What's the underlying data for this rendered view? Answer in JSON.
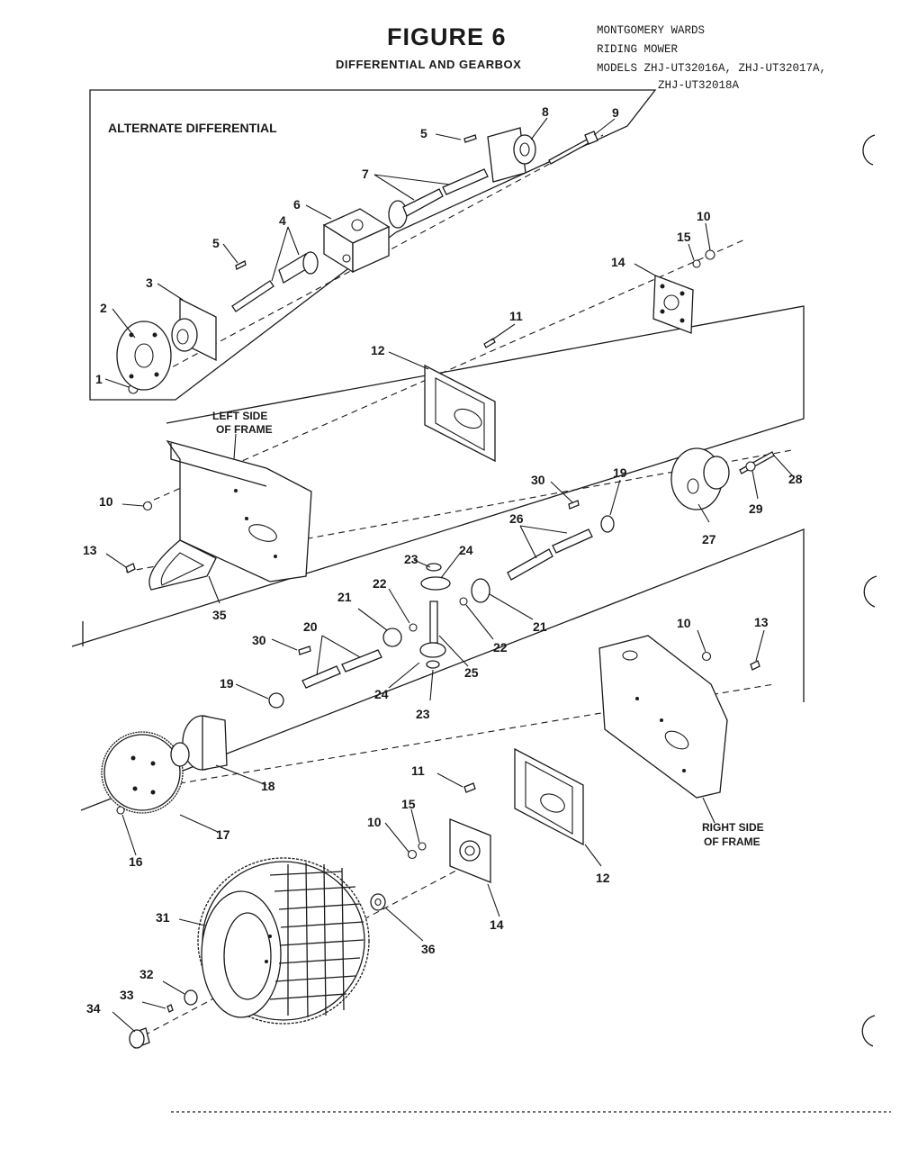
{
  "header": {
    "title": "FIGURE 6",
    "subtitle": "DIFFERENTIAL AND GEARBOX",
    "info_lines": [
      "MONTGOMERY WARDS",
      "RIDING MOWER",
      "MODELS ZHJ-UT32016A, ZHJ-UT32017A,",
      "ZHJ-UT32018A"
    ]
  },
  "labels": {
    "alternate_differential": "ALTERNATE DIFFERENTIAL",
    "left_frame_1": "LEFT SIDE",
    "left_frame_2": "OF FRAME",
    "right_frame_1": "RIGHT SIDE",
    "right_frame_2": "OF FRAME"
  },
  "callouts": [
    {
      "id": "c1",
      "num": "1"
    },
    {
      "id": "c2",
      "num": "2"
    },
    {
      "id": "c3",
      "num": "3"
    },
    {
      "id": "c4",
      "num": "4"
    },
    {
      "id": "c5a",
      "num": "5"
    },
    {
      "id": "c5b",
      "num": "5"
    },
    {
      "id": "c6",
      "num": "6"
    },
    {
      "id": "c7",
      "num": "7"
    },
    {
      "id": "c8",
      "num": "8"
    },
    {
      "id": "c9",
      "num": "9"
    },
    {
      "id": "c10a",
      "num": "10"
    },
    {
      "id": "c15a",
      "num": "15"
    },
    {
      "id": "c14a",
      "num": "14"
    },
    {
      "id": "c11a",
      "num": "11"
    },
    {
      "id": "c12a",
      "num": "12"
    },
    {
      "id": "c10b",
      "num": "10"
    },
    {
      "id": "c13a",
      "num": "13"
    },
    {
      "id": "c35",
      "num": "35"
    },
    {
      "id": "c30a",
      "num": "30"
    },
    {
      "id": "c19a",
      "num": "19"
    },
    {
      "id": "c26",
      "num": "26"
    },
    {
      "id": "c27",
      "num": "27"
    },
    {
      "id": "c28",
      "num": "28"
    },
    {
      "id": "c29",
      "num": "29"
    },
    {
      "id": "c23a",
      "num": "23"
    },
    {
      "id": "c24a",
      "num": "24"
    },
    {
      "id": "c21a",
      "num": "21"
    },
    {
      "id": "c22a",
      "num": "22"
    },
    {
      "id": "c21b",
      "num": "21"
    },
    {
      "id": "c22b",
      "num": "22"
    },
    {
      "id": "c20",
      "num": "20"
    },
    {
      "id": "c30b",
      "num": "30"
    },
    {
      "id": "c25",
      "num": "25"
    },
    {
      "id": "c24b",
      "num": "24"
    },
    {
      "id": "c23b",
      "num": "23"
    },
    {
      "id": "c19b",
      "num": "19"
    },
    {
      "id": "c18",
      "num": "18"
    },
    {
      "id": "c17",
      "num": "17"
    },
    {
      "id": "c16",
      "num": "16"
    },
    {
      "id": "c10c",
      "num": "10"
    },
    {
      "id": "c13b",
      "num": "13"
    },
    {
      "id": "c11b",
      "num": "11"
    },
    {
      "id": "c15b",
      "num": "15"
    },
    {
      "id": "c10d",
      "num": "10"
    },
    {
      "id": "c12b",
      "num": "12"
    },
    {
      "id": "c14b",
      "num": "14"
    },
    {
      "id": "c31",
      "num": "31"
    },
    {
      "id": "c36",
      "num": "36"
    },
    {
      "id": "c32",
      "num": "32"
    },
    {
      "id": "c33",
      "num": "33"
    },
    {
      "id": "c34",
      "num": "34"
    }
  ]
}
